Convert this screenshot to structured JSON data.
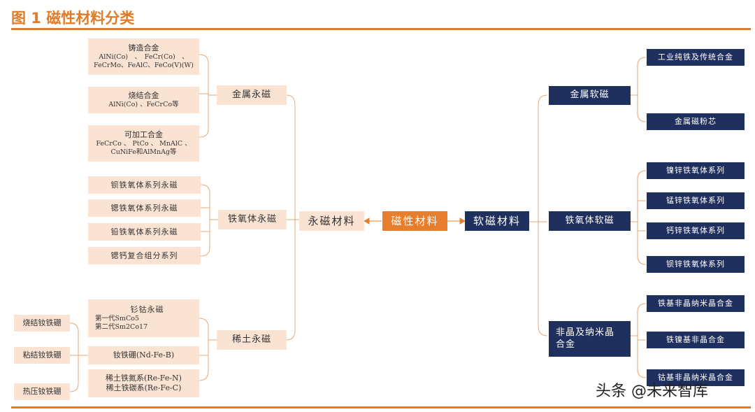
{
  "title": "图 1 磁性材料分类",
  "root": "磁性材料",
  "hard": {
    "label": "永磁材料",
    "metal": {
      "label": "金属永磁",
      "items": [
        {
          "title": "铸造合金",
          "lines": [
            "AlNi(Co)　、　FeCr(Co)　、",
            "FeCrMo、FeAlC、FeCo(V)(W)"
          ]
        },
        {
          "title": "烧结合金",
          "lines": [
            "AlNi(Co) 、FeCrCo等"
          ]
        },
        {
          "title": "可加工合金",
          "lines": [
            "FeCrCo 、 PtCo 、 MnAlC 、",
            "CuNiFe和AlMnAg等"
          ]
        }
      ]
    },
    "ferrite": {
      "label": "铁氧体永磁",
      "items": [
        "钡铁氧体系列永磁",
        "锶铁氧体系列永磁",
        "铅铁氧体系列永磁",
        "锶钙复合组分系列"
      ]
    },
    "rare_earth": {
      "label": "稀土永磁",
      "smco": {
        "title": "钐钴永磁",
        "line1": "第一代SmCo5",
        "line2": "第二代Sm2Co17"
      },
      "ndfeb": "钕铁硼(Nd-Fe-B)",
      "others": [
        "稀土铁氮系(Re-Fe-N)",
        "稀土铁碳系(Re-Fe-C)"
      ],
      "ndfeb_types": [
        "烧结钕铁硼",
        "粘结钕铁硼",
        "热压钕铁硼"
      ]
    }
  },
  "soft": {
    "label": "软磁材料",
    "metal": {
      "label": "金属软磁",
      "items": [
        "工业纯铁及传统合金",
        "金属磁粉芯"
      ]
    },
    "ferrite": {
      "label": "铁氧体软磁",
      "items": [
        "镍锌铁氧体系列",
        "锰锌铁氧体系列",
        "钙锌铁氧体系列",
        "钡锌铁氧体系列"
      ]
    },
    "amorphous": {
      "label": "非晶及纳米晶合金",
      "items": [
        "铁基非晶纳米晶合金",
        "铁镍基非晶合金",
        "钴基非晶纳米晶合金"
      ]
    }
  },
  "watermark": "头条 @未来智库",
  "colors": {
    "accent": "#E07B2A",
    "navy": "#1F2F5E",
    "peach": "#FBE3D3",
    "orange": "#E67E2E"
  }
}
